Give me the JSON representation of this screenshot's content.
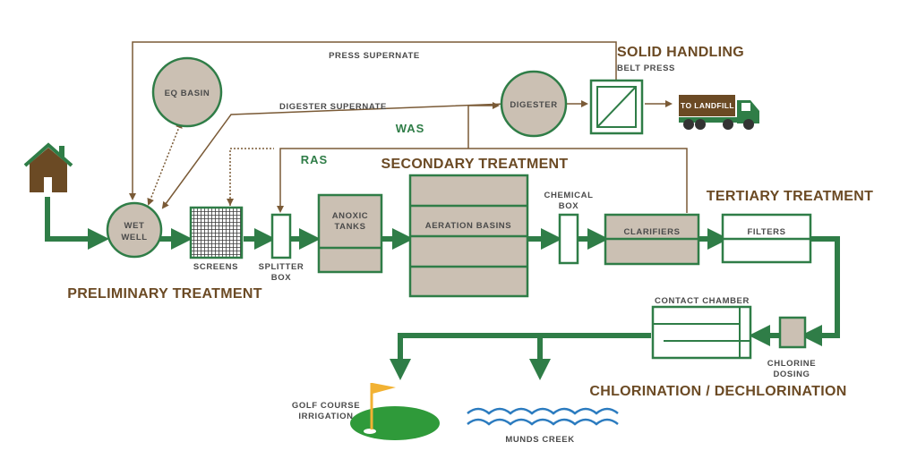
{
  "sections": {
    "solid_handling": "SOLID HANDLING",
    "secondary": "SECONDARY TREATMENT",
    "tertiary": "TERTIARY TREATMENT",
    "preliminary": "PRELIMINARY TREATMENT",
    "chlorination": "CHLORINATION / DECHLORINATION"
  },
  "units": {
    "eq_basin": "EQ BASIN",
    "wet_well_1": "WET",
    "wet_well_2": "WELL",
    "screens": "SCREENS",
    "splitter_1": "SPLITTER",
    "splitter_2": "BOX",
    "anoxic_1": "ANOXIC",
    "anoxic_2": "TANKS",
    "aeration": "AERATION BASINS",
    "chemical_1": "CHEMICAL",
    "chemical_2": "BOX",
    "clarifiers": "CLARIFIERS",
    "filters": "FILTERS",
    "digester": "DIGESTER",
    "belt_press": "BELT PRESS",
    "contact_chamber": "CONTACT CHAMBER",
    "chlorine_1": "CHLORINE",
    "chlorine_2": "DOSING"
  },
  "flows": {
    "press_supernate": "PRESS SUPERNATE",
    "digester_supernate": "DIGESTER SUPERNATE",
    "was": "WAS",
    "ras": "RAS"
  },
  "truck_label": "TO LANDFILL",
  "outlets": {
    "golf_1": "GOLF COURSE",
    "golf_2": "IRRIGATION",
    "creek": "MUNDS CREEK"
  },
  "colors": {
    "green": "#2f7d47",
    "brown": "#6b4a24",
    "tan": "#cbc0b3",
    "water": "#2b7bbf",
    "flag": "#f2b233",
    "grass": "#2f9a3a"
  }
}
